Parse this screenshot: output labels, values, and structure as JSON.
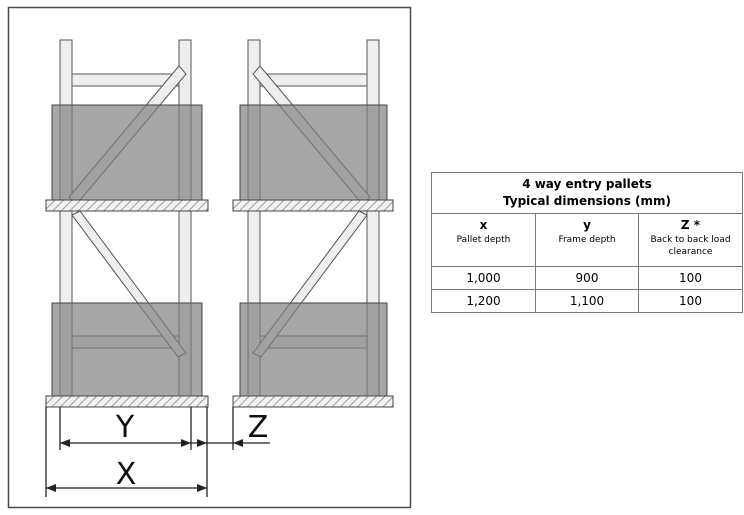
{
  "diagram": {
    "labels": {
      "y": "Y",
      "z": "Z",
      "x": "X"
    }
  },
  "table": {
    "title_line1": "4 way entry pallets",
    "title_line2": "Typical dimensions (mm)",
    "headers": [
      {
        "symbol": "x",
        "description": "Pallet depth"
      },
      {
        "symbol": "y",
        "description": "Frame depth"
      },
      {
        "symbol": "Z *",
        "description": "Back to back load clearance"
      }
    ],
    "rows": [
      [
        "1,000",
        "900",
        "100"
      ],
      [
        "1,200",
        "1,100",
        "100"
      ]
    ]
  }
}
